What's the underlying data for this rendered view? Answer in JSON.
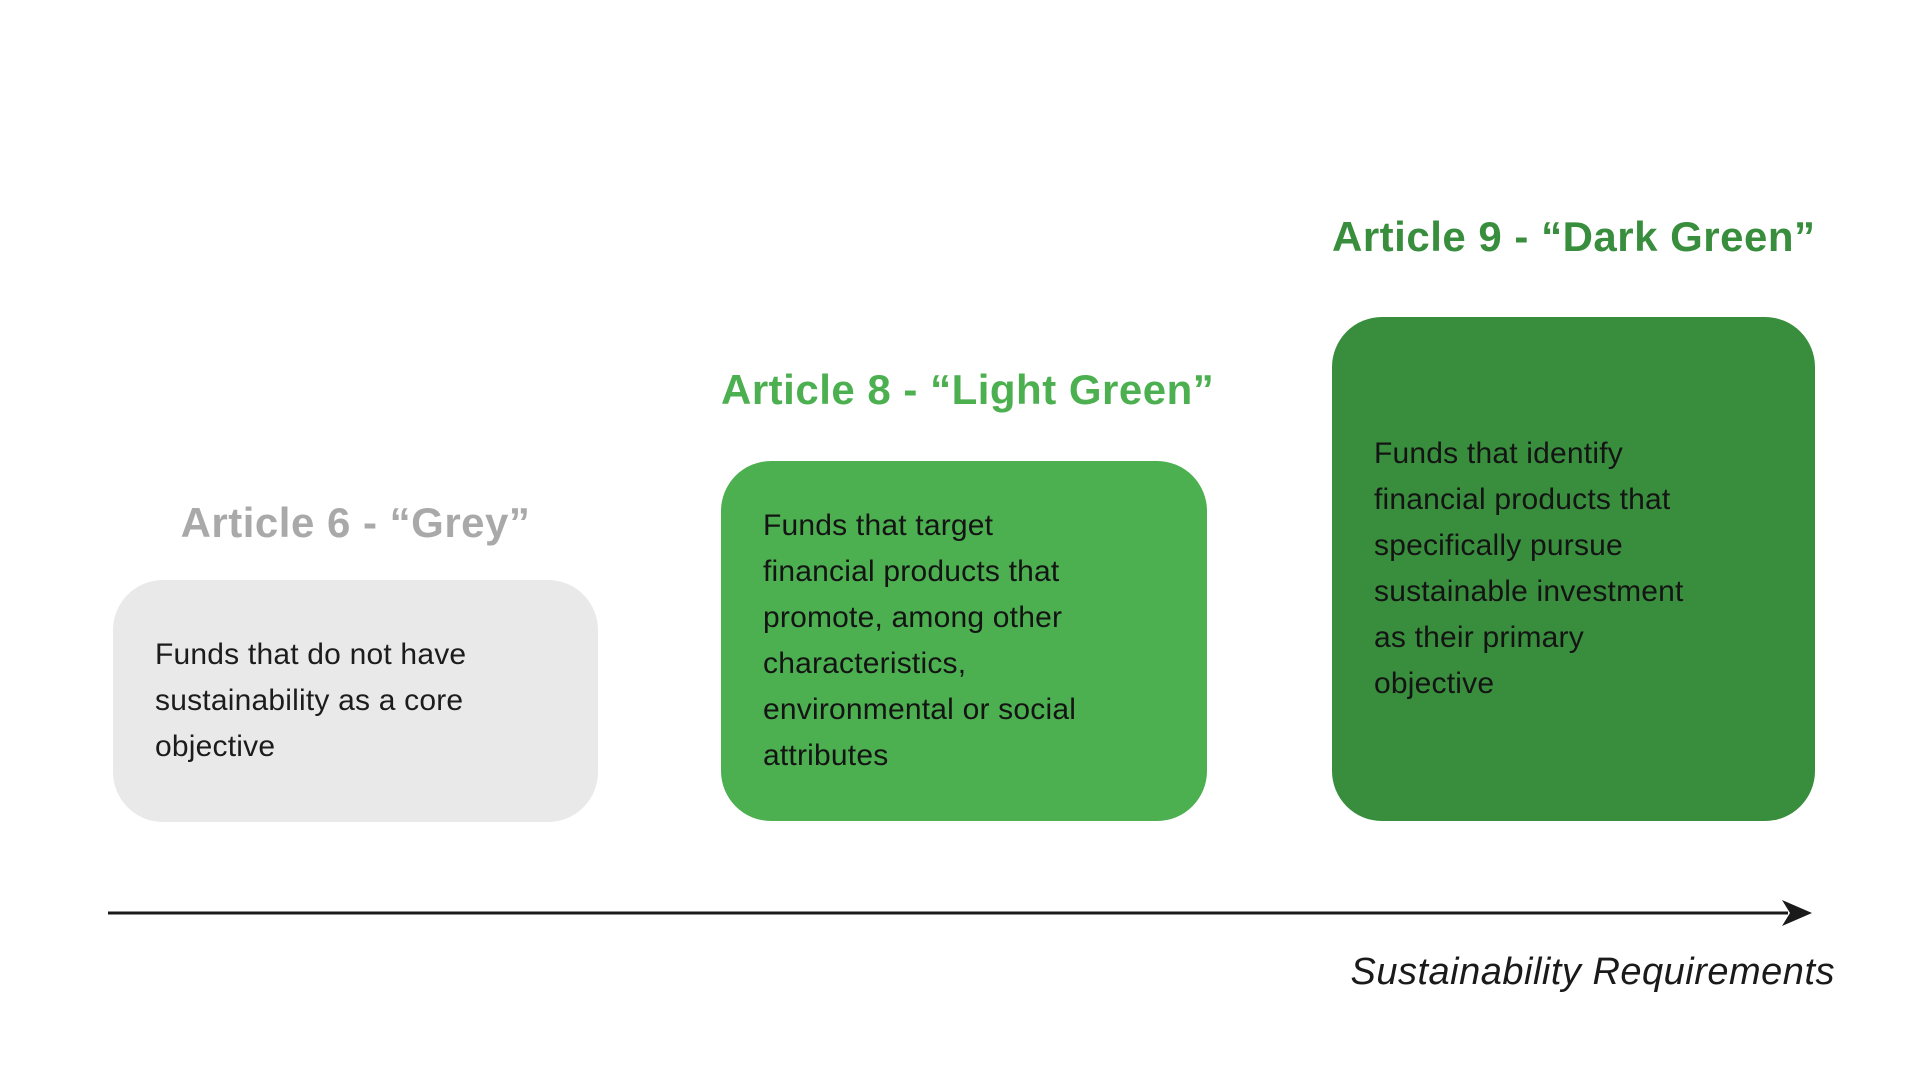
{
  "diagram": {
    "columns": [
      {
        "title": "Article 6 - “Grey”",
        "body": "Funds that do not have\nsustainability as a core\nobjective",
        "title_color": "#a9a9a9",
        "box_color": "#e9e9e9",
        "body_color": "#1c1c1c"
      },
      {
        "title": "Article 8 - “Light Green”",
        "body": "Funds that target\nfinancial products that\npromote, among other\ncharacteristics,\nenvironmental or social\nattributes",
        "title_color": "#4caf50",
        "box_color": "#4caf50",
        "body_color": "#141414"
      },
      {
        "title": "Article 9 - “Dark Green”",
        "body": "Funds that identify\nfinancial products that\nspecifically pursue\nsustainable investment\nas their primary\nobjective",
        "title_color": "#388e3c",
        "box_color": "#388e3c",
        "body_color": "#141414"
      }
    ],
    "axis": {
      "label": "Sustainability Requirements",
      "line_color": "#1a1a1a",
      "label_color": "#1a1a1a"
    }
  }
}
